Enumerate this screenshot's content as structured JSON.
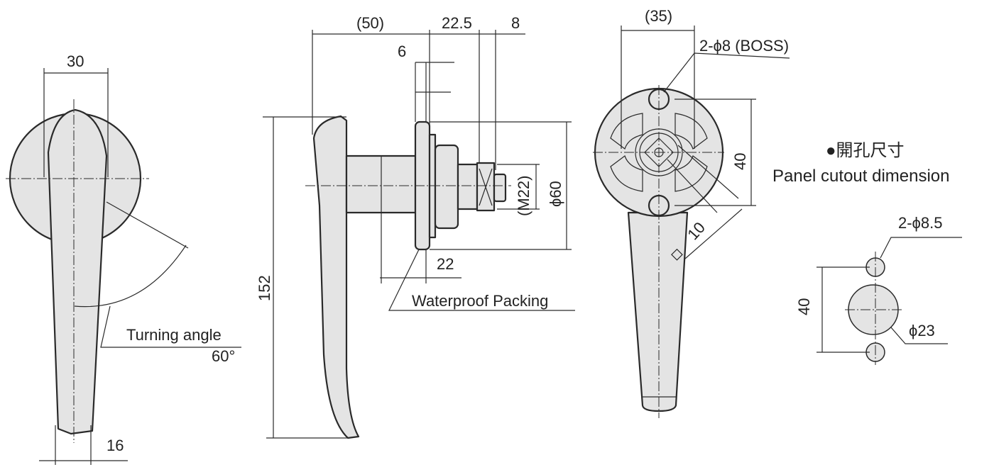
{
  "left_view": {
    "width_dim": "30",
    "tip_dim": "16",
    "turning_label": "Turning angle",
    "turning_value": "60°"
  },
  "side_view": {
    "dim_50": "(50)",
    "dim_22_5": "22.5",
    "dim_8": "8",
    "dim_6": "6",
    "dim_152": "152",
    "dim_phi60": "ϕ60",
    "dim_m22": "(M22)",
    "dim_22": "22",
    "packing_label": "Waterproof Packing"
  },
  "front_view": {
    "dim_35": "(35)",
    "boss_label": "2-ϕ8 (BOSS)",
    "dim_40": "40",
    "dim_10": "10",
    "square_symbol": "◇"
  },
  "cutout": {
    "title": "●開孔尺寸",
    "subtitle": "Panel cutout dimension",
    "hole_label": "2-ϕ8.5",
    "dim_40": "40",
    "center_label": "ϕ23"
  }
}
